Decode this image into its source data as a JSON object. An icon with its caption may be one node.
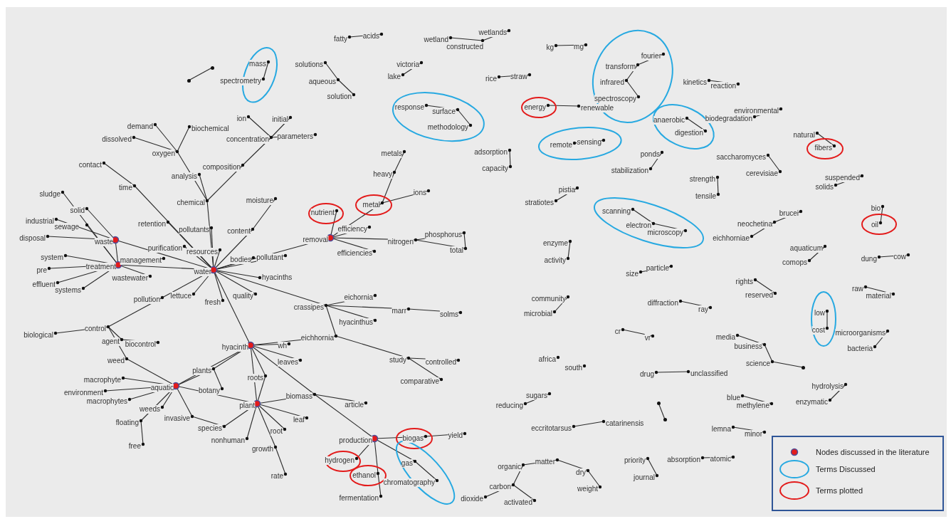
{
  "diagram": {
    "nodes": [
      {
        "text": [],
        "shape": "ellipse"
      },
      {
        "text": [],
        "shape": "circle"
      },
      {
        "text": [],
        "shape": "circle"
      },
      {
        "text": [
          "mass"
        ],
        "in": 0
      },
      {
        "text": [
          "spectrometry"
        ]
      },
      {
        "text": [
          "fatty"
        ]
      },
      {
        "text": [
          "acids"
        ]
      },
      {
        "text": [
          "wetland"
        ]
      },
      {
        "text": [
          "constructed"
        ]
      },
      {
        "text": [
          "wetlands"
        ]
      },
      {
        "text": [
          "kg"
        ]
      },
      {
        "text": [
          "mg"
        ]
      },
      {
        "text": [],
        "shape": "ellipse"
      },
      {
        "text": [
          "fourier"
        ],
        "in": 12
      },
      {
        "text": [
          "transform"
        ],
        "in": 12
      },
      {
        "text": [
          "infrared"
        ],
        "in": 12
      },
      {
        "text": [
          "spectroscopy"
        ],
        "in": 12
      },
      {
        "text": [
          "solutions"
        ]
      },
      {
        "text": [
          "aqueous"
        ]
      },
      {
        "text": [
          "solution"
        ]
      },
      {
        "text": [
          "victoria"
        ]
      },
      {
        "text": [
          "lake"
        ]
      },
      {
        "text": [
          "rice"
        ]
      },
      {
        "text": [
          "straw"
        ]
      },
      {
        "text": [
          "kinetics"
        ]
      },
      {
        "text": [
          "reaction"
        ]
      },
      {
        "text": [],
        "shape": "ellipse"
      },
      {
        "text": [
          "response"
        ],
        "in": 26
      },
      {
        "text": [
          "surface"
        ],
        "in": 26
      },
      {
        "text": [
          "methodology"
        ],
        "in": 26
      },
      {
        "text": [],
        "shape": "ellipse"
      },
      {
        "text": [
          "energy"
        ],
        "in": 30
      },
      {
        "text": [
          "renewable"
        ]
      },
      {
        "text": [],
        "shape": "ellipse"
      },
      {
        "text": [
          "remote"
        ],
        "in": 33
      },
      {
        "text": [
          "sensing"
        ],
        "in": 33
      },
      {
        "text": [],
        "shape": "ellipse"
      },
      {
        "text": [
          "anaerobic"
        ],
        "in": 36
      },
      {
        "text": [
          "digestion"
        ],
        "in": 36
      },
      {
        "text": [
          "environmental"
        ]
      },
      {
        "text": [
          "biodegradation"
        ]
      },
      {
        "text": [],
        "shape": "ellipse"
      },
      {
        "text": [
          "natural"
        ]
      },
      {
        "text": [
          "fibers"
        ],
        "in": 41
      },
      {
        "text": [
          "ion"
        ]
      },
      {
        "text": [
          "initial"
        ]
      },
      {
        "text": [
          "concentration"
        ]
      },
      {
        "text": [
          "parameters"
        ]
      },
      {
        "text": [
          "demand"
        ]
      },
      {
        "text": [
          "biochemical"
        ]
      },
      {
        "text": [
          "dissolved"
        ]
      },
      {
        "text": [
          "oxygen"
        ]
      },
      {
        "text": [
          "composition"
        ]
      },
      {
        "text": [
          "contact"
        ]
      },
      {
        "text": [
          "analysis"
        ]
      },
      {
        "text": [
          "time"
        ]
      },
      {
        "text": [
          "chemical"
        ]
      },
      {
        "text": [
          "moisture"
        ]
      },
      {
        "text": [
          "sludge"
        ]
      },
      {
        "text": [
          "solid"
        ]
      },
      {
        "text": [
          "industrial"
        ]
      },
      {
        "text": [
          "sewage"
        ]
      },
      {
        "text": [
          "disposal"
        ]
      },
      {
        "text": [
          "waste"
        ]
      },
      {
        "text": [
          "retention"
        ]
      },
      {
        "text": [
          "pollutants"
        ]
      },
      {
        "text": [
          "content"
        ]
      },
      {
        "text": [
          "purification"
        ]
      },
      {
        "text": [
          "resources"
        ]
      },
      {
        "text": [
          "bodies"
        ]
      },
      {
        "text": [
          "pollutant"
        ]
      },
      {
        "text": [
          "system"
        ]
      },
      {
        "text": [
          "management"
        ]
      },
      {
        "text": [
          "treatment"
        ]
      },
      {
        "text": [
          "water"
        ]
      },
      {
        "text": [
          "pre"
        ]
      },
      {
        "text": [
          "wastewater"
        ]
      },
      {
        "text": [
          "effluent"
        ]
      },
      {
        "text": [
          "systems"
        ]
      },
      {
        "text": [
          "hyacinths"
        ]
      },
      {
        "text": [
          "pollution"
        ]
      },
      {
        "text": [
          "lettuce"
        ]
      },
      {
        "text": [
          "quality"
        ]
      },
      {
        "text": [
          "fresh"
        ]
      },
      {
        "text": [],
        "shape": "ellipse"
      },
      {
        "text": [
          "nutrient"
        ],
        "in": 84
      },
      {
        "text": [],
        "shape": "ellipse"
      },
      {
        "text": [
          "metal"
        ],
        "in": 86
      },
      {
        "text": [
          "metals"
        ]
      },
      {
        "text": [
          "heavy"
        ]
      },
      {
        "text": [
          "ions"
        ]
      },
      {
        "text": [
          "removal"
        ]
      },
      {
        "text": [
          "efficiency"
        ]
      },
      {
        "text": [
          "nitrogen"
        ]
      },
      {
        "text": [
          "phosphorus"
        ]
      },
      {
        "text": [
          "total"
        ]
      },
      {
        "text": [
          "efficiencies"
        ]
      },
      {
        "text": [
          "adsorption"
        ]
      },
      {
        "text": [
          "capacity"
        ]
      },
      {
        "text": [
          "ponds"
        ]
      },
      {
        "text": [
          "stabilization"
        ]
      },
      {
        "text": [
          "saccharomyces"
        ]
      },
      {
        "text": [
          "cerevisiae"
        ]
      },
      {
        "text": [
          "strength"
        ]
      },
      {
        "text": [
          "tensile"
        ]
      },
      {
        "text": [
          "suspended"
        ]
      },
      {
        "text": [
          "solids"
        ]
      },
      {
        "text": [
          "pistia"
        ]
      },
      {
        "text": [
          "stratiotes"
        ]
      },
      {
        "text": [],
        "shape": "ellipse"
      },
      {
        "text": [
          "scanning"
        ],
        "in": 109
      },
      {
        "text": [
          "electron"
        ],
        "in": 109
      },
      {
        "text": [
          "microscopy"
        ],
        "in": 109
      },
      {
        "text": [],
        "shape": "ellipse"
      },
      {
        "text": [
          "bio"
        ]
      },
      {
        "text": [
          "oil"
        ],
        "in": 113
      },
      {
        "text": [
          "brucei"
        ]
      },
      {
        "text": [
          "neochetina"
        ]
      },
      {
        "text": [
          "eichhorniae"
        ]
      },
      {
        "text": [
          "enzyme"
        ]
      },
      {
        "text": [
          "activity"
        ]
      },
      {
        "text": [
          "aquaticum"
        ]
      },
      {
        "text": [
          "comops"
        ]
      },
      {
        "text": [
          "dung"
        ]
      },
      {
        "text": [
          "cow"
        ]
      },
      {
        "text": [
          "particle"
        ]
      },
      {
        "text": [
          "size"
        ]
      },
      {
        "text": [
          "rights"
        ]
      },
      {
        "text": [
          "reserved"
        ]
      },
      {
        "text": [
          "raw"
        ]
      },
      {
        "text": [
          "material"
        ]
      },
      {
        "text": [
          "crassipes"
        ]
      },
      {
        "text": [
          "eichornia"
        ]
      },
      {
        "text": [
          "marr"
        ]
      },
      {
        "text": [
          "solms"
        ]
      },
      {
        "text": [
          "hyacinthus"
        ]
      },
      {
        "text": [
          "community"
        ]
      },
      {
        "text": [
          "microbial"
        ]
      },
      {
        "text": [
          "diffraction"
        ]
      },
      {
        "text": [
          "ray"
        ]
      },
      {
        "text": [],
        "shape": "ellipse"
      },
      {
        "text": [
          "low"
        ],
        "in": 140
      },
      {
        "text": [
          "cost"
        ],
        "in": 140
      },
      {
        "text": [
          "biological"
        ]
      },
      {
        "text": [
          "control"
        ]
      },
      {
        "text": [
          "agent"
        ]
      },
      {
        "text": [
          "biocontrol"
        ]
      },
      {
        "text": [
          "eichhornia"
        ]
      },
      {
        "text": [
          "hyacinth"
        ]
      },
      {
        "text": [
          "wh"
        ]
      },
      {
        "text": [
          "cr"
        ]
      },
      {
        "text": [
          "vr"
        ]
      },
      {
        "text": [
          "microorganisms"
        ]
      },
      {
        "text": [
          "bacteria"
        ]
      },
      {
        "text": [
          "media"
        ]
      },
      {
        "text": [
          "business"
        ]
      },
      {
        "text": [
          "science"
        ]
      },
      {
        "text": [],
        "shape": "circle"
      },
      {
        "text": [
          "weed"
        ]
      },
      {
        "text": [
          "leaves"
        ]
      },
      {
        "text": [
          "study"
        ]
      },
      {
        "text": [
          "controlled"
        ]
      },
      {
        "text": [
          "africa"
        ]
      },
      {
        "text": [
          "south"
        ]
      },
      {
        "text": [
          "plants"
        ]
      },
      {
        "text": [
          "roots"
        ]
      },
      {
        "text": [
          "drug"
        ]
      },
      {
        "text": [
          "unclassified"
        ]
      },
      {
        "text": [
          "comparative"
        ]
      },
      {
        "text": [
          "macrophyte"
        ]
      },
      {
        "text": [
          "aquatic"
        ]
      },
      {
        "text": [
          "environment"
        ]
      },
      {
        "text": [
          "botany"
        ]
      },
      {
        "text": [
          "biomass"
        ]
      },
      {
        "text": [
          "hydrolysis"
        ]
      },
      {
        "text": [
          "macrophytes"
        ]
      },
      {
        "text": [
          "plant"
        ]
      },
      {
        "text": [
          "article"
        ]
      },
      {
        "text": [
          "sugars"
        ]
      },
      {
        "text": [
          "reducing"
        ]
      },
      {
        "text": [],
        "shape": "circle"
      },
      {
        "text": [
          "blue"
        ]
      },
      {
        "text": [
          "methylene"
        ]
      },
      {
        "text": [
          "enzymatic"
        ]
      },
      {
        "text": [
          "weeds"
        ]
      },
      {
        "text": [
          "invasive"
        ]
      },
      {
        "text": [
          "leaf"
        ]
      },
      {
        "text": [
          "floating"
        ]
      },
      {
        "text": [
          "species"
        ]
      },
      {
        "text": [
          "catarinensis"
        ]
      },
      {
        "text": [
          "eccritotarsus"
        ]
      },
      {
        "text": [],
        "shape": "circle"
      },
      {
        "text": [
          "lemna"
        ]
      },
      {
        "text": [
          "minor"
        ]
      },
      {
        "text": [
          "root"
        ]
      },
      {
        "text": [
          "nonhuman"
        ]
      },
      {
        "text": [],
        "shape": "ellipse"
      },
      {
        "text": [
          "production"
        ]
      },
      {
        "text": [
          "biogas"
        ],
        "in": 196
      },
      {
        "text": [
          "yield"
        ]
      },
      {
        "text": [
          "free"
        ]
      },
      {
        "text": [
          "growth"
        ]
      },
      {
        "text": [],
        "shape": "ellipse"
      },
      {
        "text": [
          "hydrogen"
        ],
        "in": 202
      },
      {
        "text": [],
        "shape": "ellipse"
      },
      {
        "text": [
          "gas"
        ],
        "in": 204
      },
      {
        "text": [
          "chromatography"
        ]
      },
      {
        "text": [],
        "shape": "ellipse"
      },
      {
        "text": [
          "ethanol"
        ],
        "in": 207
      },
      {
        "text": [
          "organic"
        ]
      },
      {
        "text": [
          "matter"
        ]
      },
      {
        "text": [
          "dry"
        ]
      },
      {
        "text": [
          "priority"
        ]
      },
      {
        "text": [
          "absorption"
        ]
      },
      {
        "text": [
          "atomic"
        ]
      },
      {
        "text": [
          "rate"
        ]
      },
      {
        "text": [
          "carbon"
        ]
      },
      {
        "text": [
          "weight"
        ]
      },
      {
        "text": [
          "journal"
        ]
      },
      {
        "text": [
          "fermentation"
        ]
      },
      {
        "text": [
          "dioxide"
        ]
      },
      {
        "text": [
          "activated"
        ]
      }
    ],
    "edges": [
      {
        "from": 1,
        "to": 2,
        "arrow": "none"
      },
      {
        "from": 3,
        "to": 4,
        "arrow": "none"
      },
      {
        "from": 5,
        "to": 6,
        "arrow": "none"
      },
      {
        "from": 7,
        "to": 8,
        "arrow": "none"
      },
      {
        "from": 8,
        "to": 9,
        "arrow": "none"
      },
      {
        "from": 10,
        "to": 11,
        "arrow": "none"
      },
      {
        "from": 13,
        "to": 14,
        "arrow": "none"
      },
      {
        "from": 14,
        "to": 15,
        "arrow": "none"
      },
      {
        "from": 15,
        "to": 16,
        "arrow": "none"
      },
      {
        "from": 17,
        "to": 18,
        "arrow": "none"
      },
      {
        "from": 18,
        "to": 19,
        "arrow": "none"
      },
      {
        "from": 20,
        "to": 21,
        "arrow": "none"
      },
      {
        "from": 22,
        "to": 23,
        "arrow": "none"
      },
      {
        "from": 24,
        "to": 25,
        "arrow": "none"
      },
      {
        "from": 27,
        "to": 28,
        "arrow": "none"
      },
      {
        "from": 28,
        "to": 29,
        "arrow": "none"
      },
      {
        "from": 31,
        "to": 32,
        "arrow": "none"
      },
      {
        "from": 34,
        "to": 35,
        "arrow": "none"
      },
      {
        "from": 37,
        "to": 38,
        "arrow": "none"
      },
      {
        "from": 39,
        "to": 40,
        "arrow": "none"
      },
      {
        "from": 42,
        "to": 43,
        "arrow": "none"
      },
      {
        "from": 44,
        "to": 46,
        "arrow": "none"
      },
      {
        "from": 45,
        "to": 46,
        "arrow": "none"
      },
      {
        "from": 46,
        "to": 47,
        "arrow": "none"
      },
      {
        "from": 46,
        "to": 52,
        "arrow": "none"
      },
      {
        "from": 52,
        "to": 56,
        "arrow": "none"
      },
      {
        "from": 48,
        "to": 51,
        "arrow": "none"
      },
      {
        "from": 49,
        "to": 51,
        "arrow": "none"
      },
      {
        "from": 50,
        "to": 51,
        "arrow": "none"
      },
      {
        "from": 51,
        "to": 56,
        "arrow": "none"
      },
      {
        "from": 54,
        "to": 56,
        "arrow": "none"
      },
      {
        "from": 56,
        "to": 74,
        "arrow": "none"
      },
      {
        "from": 65,
        "to": 74,
        "arrow": "none"
      },
      {
        "from": 68,
        "to": 74,
        "arrow": "none"
      },
      {
        "from": 53,
        "to": 55,
        "arrow": "none"
      },
      {
        "from": 55,
        "to": 74,
        "arrow": "none"
      },
      {
        "from": 57,
        "to": 66,
        "arrow": "none"
      },
      {
        "from": 66,
        "to": 74,
        "arrow": "none"
      },
      {
        "from": 64,
        "to": 74,
        "arrow": "none"
      },
      {
        "from": 67,
        "to": 74,
        "arrow": "none"
      },
      {
        "from": 74,
        "to": 69,
        "arrow": "none"
      },
      {
        "from": 74,
        "to": 70,
        "arrow": "none"
      },
      {
        "from": 74,
        "to": 91,
        "arrow": "none"
      },
      {
        "from": 58,
        "to": 73,
        "arrow": "none"
      },
      {
        "from": 59,
        "to": 63,
        "arrow": "none"
      },
      {
        "from": 60,
        "to": 63,
        "arrow": "none"
      },
      {
        "from": 61,
        "to": 73,
        "arrow": "none"
      },
      {
        "from": 62,
        "to": 63,
        "arrow": "none"
      },
      {
        "from": 63,
        "to": 73,
        "arrow": "none"
      },
      {
        "from": 63,
        "to": 74,
        "arrow": "none"
      },
      {
        "from": 71,
        "to": 73,
        "arrow": "none"
      },
      {
        "from": 73,
        "to": 72,
        "arrow": "none"
      },
      {
        "from": 73,
        "to": 74,
        "arrow": "none"
      },
      {
        "from": 75,
        "to": 73,
        "arrow": "none"
      },
      {
        "from": 76,
        "to": 73,
        "arrow": "none"
      },
      {
        "from": 77,
        "to": 73,
        "arrow": "none"
      },
      {
        "from": 78,
        "to": 73,
        "arrow": "none"
      },
      {
        "from": 74,
        "to": 79,
        "arrow": "none"
      },
      {
        "from": 74,
        "to": 82,
        "arrow": "none"
      },
      {
        "from": 74,
        "to": 83,
        "arrow": "none"
      },
      {
        "from": 74,
        "to": 81,
        "arrow": "none"
      },
      {
        "from": 74,
        "to": 80,
        "arrow": "none"
      },
      {
        "from": 80,
        "to": 144,
        "arrow": "none"
      },
      {
        "from": 74,
        "to": 131,
        "arrow": "none"
      },
      {
        "from": 74,
        "to": 148,
        "arrow": "none"
      },
      {
        "from": 143,
        "to": 144,
        "arrow": "none"
      },
      {
        "from": 144,
        "to": 145,
        "arrow": "none"
      },
      {
        "from": 145,
        "to": 146,
        "arrow": "none"
      },
      {
        "from": 144,
        "to": 158,
        "arrow": "none"
      },
      {
        "from": 158,
        "to": 170,
        "arrow": "none"
      },
      {
        "from": 131,
        "to": 132,
        "arrow": "none"
      },
      {
        "from": 131,
        "to": 133,
        "arrow": "none"
      },
      {
        "from": 133,
        "to": 134,
        "arrow": "none"
      },
      {
        "from": 131,
        "to": 135,
        "arrow": "none"
      },
      {
        "from": 131,
        "to": 147,
        "arrow": "none"
      },
      {
        "from": 147,
        "to": 148,
        "arrow": "none"
      },
      {
        "from": 147,
        "to": 160,
        "arrow": "none"
      },
      {
        "from": 160,
        "to": 161,
        "arrow": "none"
      },
      {
        "from": 160,
        "to": 168,
        "arrow": "none"
      },
      {
        "from": 148,
        "to": 149,
        "arrow": "none"
      },
      {
        "from": 148,
        "to": 159,
        "arrow": "none"
      },
      {
        "from": 148,
        "to": 165,
        "arrow": "none"
      },
      {
        "from": 165,
        "to": 176,
        "arrow": "none"
      },
      {
        "from": 148,
        "to": 176,
        "arrow": "none"
      },
      {
        "from": 148,
        "to": 164,
        "arrow": "none"
      },
      {
        "from": 164,
        "to": 170,
        "arrow": "none"
      },
      {
        "from": 164,
        "to": 172,
        "arrow": "none"
      },
      {
        "from": 148,
        "to": 170,
        "arrow": "none"
      },
      {
        "from": 148,
        "to": 173,
        "arrow": "none"
      },
      {
        "from": 173,
        "to": 197,
        "arrow": "none"
      },
      {
        "from": 173,
        "to": 177,
        "arrow": "none"
      },
      {
        "from": 176,
        "to": 173,
        "arrow": "none"
      },
      {
        "from": 170,
        "to": 169,
        "arrow": "none"
      },
      {
        "from": 170,
        "to": 171,
        "arrow": "none"
      },
      {
        "from": 170,
        "to": 175,
        "arrow": "none"
      },
      {
        "from": 170,
        "to": 184,
        "arrow": "none"
      },
      {
        "from": 170,
        "to": 187,
        "arrow": "none"
      },
      {
        "from": 187,
        "to": 200,
        "arrow": "none"
      },
      {
        "from": 170,
        "to": 185,
        "arrow": "none"
      },
      {
        "from": 185,
        "to": 188,
        "arrow": "none"
      },
      {
        "from": 188,
        "to": 176,
        "arrow": "none"
      },
      {
        "from": 170,
        "to": 176,
        "arrow": "none"
      },
      {
        "from": 176,
        "to": 186,
        "arrow": "none"
      },
      {
        "from": 176,
        "to": 194,
        "arrow": "none"
      },
      {
        "from": 176,
        "to": 195,
        "arrow": "none"
      },
      {
        "from": 176,
        "to": 201,
        "arrow": "none"
      },
      {
        "from": 201,
        "to": 215,
        "arrow": "none"
      },
      {
        "from": 91,
        "to": 85,
        "arrow": "none"
      },
      {
        "from": 91,
        "to": 87,
        "arrow": "none"
      },
      {
        "from": 87,
        "to": 89,
        "arrow": "none"
      },
      {
        "from": 89,
        "to": 88,
        "arrow": "none"
      },
      {
        "from": 87,
        "to": 90,
        "arrow": "none"
      },
      {
        "from": 91,
        "to": 92,
        "arrow": "none"
      },
      {
        "from": 91,
        "to": 96,
        "arrow": "none"
      },
      {
        "from": 91,
        "to": 93,
        "arrow": "none"
      },
      {
        "from": 93,
        "to": 94,
        "arrow": "none"
      },
      {
        "from": 93,
        "to": 95,
        "arrow": "none"
      },
      {
        "from": 94,
        "to": 95,
        "arrow": "none"
      },
      {
        "from": 97,
        "to": 98,
        "arrow": "none"
      },
      {
        "from": 99,
        "to": 100,
        "arrow": "none"
      },
      {
        "from": 101,
        "to": 102,
        "arrow": "none"
      },
      {
        "from": 103,
        "to": 104,
        "arrow": "none"
      },
      {
        "from": 105,
        "to": 106,
        "arrow": "none"
      },
      {
        "from": 107,
        "to": 108,
        "arrow": "none"
      },
      {
        "from": 110,
        "to": 111,
        "arrow": "none"
      },
      {
        "from": 111,
        "to": 112,
        "arrow": "none"
      },
      {
        "from": 114,
        "to": 115,
        "arrow": "none"
      },
      {
        "from": 116,
        "to": 117,
        "arrow": "none"
      },
      {
        "from": 117,
        "to": 118,
        "arrow": "none"
      },
      {
        "from": 119,
        "to": 120,
        "arrow": "none"
      },
      {
        "from": 121,
        "to": 122,
        "arrow": "none"
      },
      {
        "from": 123,
        "to": 124,
        "arrow": "none"
      },
      {
        "from": 125,
        "to": 126,
        "arrow": "none"
      },
      {
        "from": 127,
        "to": 128,
        "arrow": "none"
      },
      {
        "from": 129,
        "to": 130,
        "arrow": "none"
      },
      {
        "from": 136,
        "to": 137,
        "arrow": "none"
      },
      {
        "from": 138,
        "to": 139,
        "arrow": "none"
      },
      {
        "from": 141,
        "to": 142,
        "arrow": "none"
      },
      {
        "from": 150,
        "to": 151,
        "arrow": "none"
      },
      {
        "from": 152,
        "to": 153,
        "arrow": "none"
      },
      {
        "from": 154,
        "to": 155,
        "arrow": "none"
      },
      {
        "from": 155,
        "to": 156,
        "arrow": "none"
      },
      {
        "from": 156,
        "to": 157,
        "arrow": "none"
      },
      {
        "from": 166,
        "to": 167,
        "arrow": "none"
      },
      {
        "from": 174,
        "to": 183,
        "arrow": "none"
      },
      {
        "from": 178,
        "to": 179,
        "arrow": "none"
      },
      {
        "from": 180,
        "to": 191,
        "arrow": "none"
      },
      {
        "from": 181,
        "to": 182,
        "arrow": "none"
      },
      {
        "from": 189,
        "to": 190,
        "arrow": "none"
      },
      {
        "from": 192,
        "to": 193,
        "arrow": "none"
      },
      {
        "from": 197,
        "to": 198,
        "arrow": "none"
      },
      {
        "from": 198,
        "to": 199,
        "arrow": "none"
      },
      {
        "from": 197,
        "to": 203,
        "arrow": "none"
      },
      {
        "from": 197,
        "to": 208,
        "arrow": "none"
      },
      {
        "from": 208,
        "to": 219,
        "arrow": "none"
      },
      {
        "from": 197,
        "to": 205,
        "arrow": "none"
      },
      {
        "from": 205,
        "to": 206,
        "arrow": "none"
      },
      {
        "from": 209,
        "to": 210,
        "arrow": "none"
      },
      {
        "from": 210,
        "to": 211,
        "arrow": "none"
      },
      {
        "from": 211,
        "to": 217,
        "arrow": "none"
      },
      {
        "from": 209,
        "to": 216,
        "arrow": "none"
      },
      {
        "from": 216,
        "to": 220,
        "arrow": "none"
      },
      {
        "from": 216,
        "to": 221,
        "arrow": "none"
      },
      {
        "from": 212,
        "to": 218,
        "arrow": "none"
      },
      {
        "from": 213,
        "to": 214,
        "arrow": "none"
      }
    ],
    "legend": [
      {
        "text": "Nodes discussed in the literature"
      },
      {
        "text": "Terms Discussed"
      },
      {
        "text": "Terms plotted"
      }
    ]
  }
}
